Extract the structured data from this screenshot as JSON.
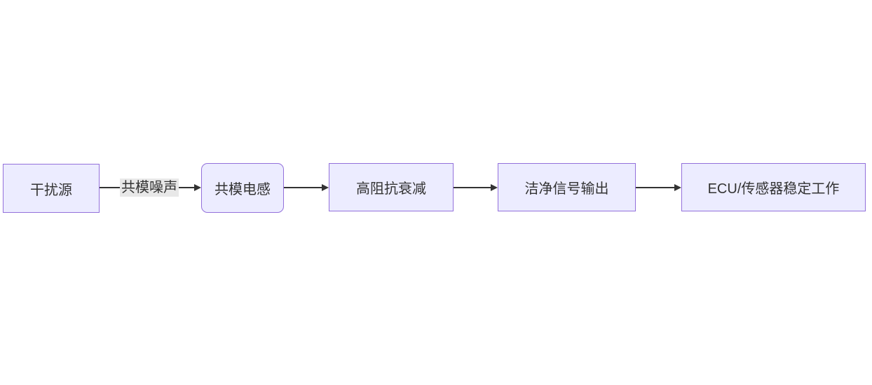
{
  "diagram": {
    "type": "flowchart",
    "direction": "left-to-right",
    "nodes": [
      {
        "id": "A",
        "label": "干扰源",
        "shape": "rectangle"
      },
      {
        "id": "B",
        "label": "共模电感",
        "shape": "rounded-rectangle"
      },
      {
        "id": "C",
        "label": "高阻抗衰减",
        "shape": "rectangle"
      },
      {
        "id": "D",
        "label": "洁净信号输出",
        "shape": "rectangle"
      },
      {
        "id": "E",
        "label": "ECU/传感器稳定工作",
        "shape": "rectangle"
      }
    ],
    "edges": [
      {
        "from": "A",
        "to": "B",
        "label": "共模噪声",
        "arrow": "triangle"
      },
      {
        "from": "B",
        "to": "C",
        "label": "",
        "arrow": "triangle"
      },
      {
        "from": "C",
        "to": "D",
        "label": "",
        "arrow": "triangle"
      },
      {
        "from": "D",
        "to": "E",
        "label": "",
        "arrow": "triangle"
      }
    ],
    "colors": {
      "node_fill": "#ECECFF",
      "node_border": "#9370DB",
      "edge_line": "#333333",
      "edge_label_background": "#e8e8e8",
      "text": "#333333",
      "background": "#ffffff"
    }
  }
}
